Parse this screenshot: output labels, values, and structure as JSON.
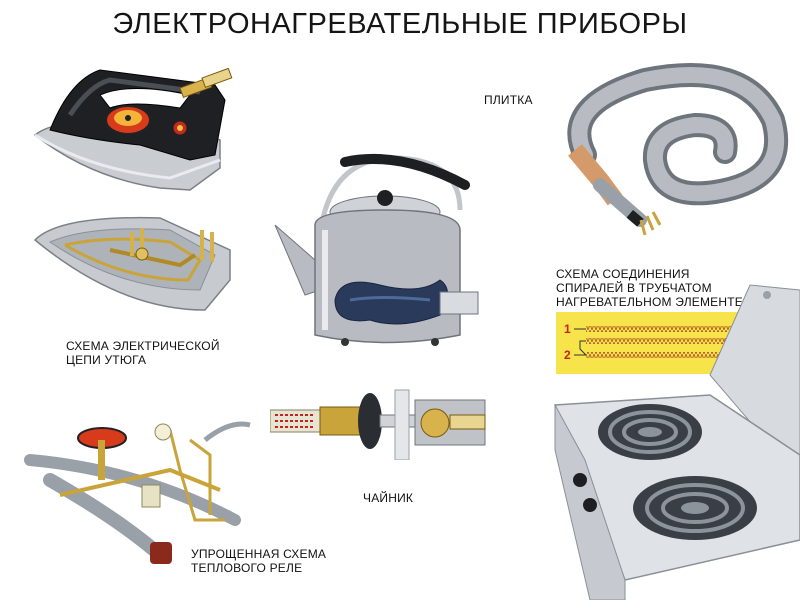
{
  "title": "ЭЛЕКТРОНАГРЕВАТЕЛЬНЫЕ ПРИБОРЫ",
  "labels": {
    "plate": "ПЛИТКА",
    "iron_circuit_line1": "СХЕМА ЭЛЕКТРИЧЕСКОЙ",
    "iron_circuit_line2": "ЦЕПИ УТЮГА",
    "spiral_line1": "СХЕМА СОЕДИНЕНИЯ",
    "spiral_line2": "СПИРАЛЕЙ В ТРУБЧАТОМ",
    "spiral_line3": "НАГРЕВАТЕЛЬНОМ ЭЛЕМЕНТЕ",
    "kettle": "ЧАЙНИК",
    "relay_line1": "УПРОЩЕННАЯ СХЕМА",
    "relay_line2": "ТЕПЛОВОГО РЕЛЕ"
  },
  "scheme": {
    "terminal_1": "1",
    "terminal_2": "2"
  },
  "colors": {
    "scheme_bg": "#f7e34a",
    "spiral_wire": "#b5622a",
    "terminal_red": "#c0241b",
    "metal": "#b8bcc2",
    "dark_metal": "#1d1f22",
    "brass": "#c8a43a",
    "dial_red": "#d83a1c"
  }
}
